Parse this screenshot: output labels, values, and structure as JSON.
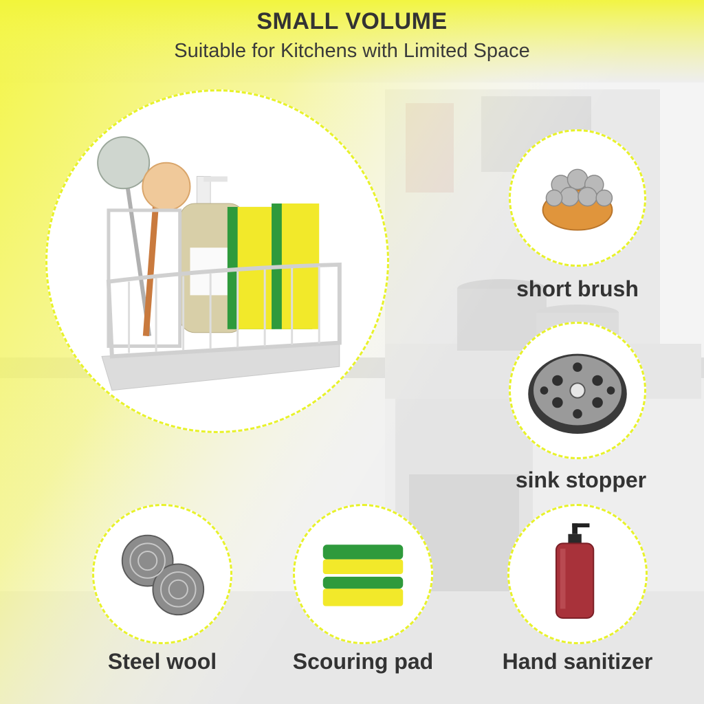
{
  "header": {
    "title": "SMALL VOLUME",
    "subtitle": "Suitable for Kitchens with Limited Space"
  },
  "items": {
    "short_brush": "short brush",
    "sink_stopper": "sink stopper",
    "steel_wool": "Steel wool",
    "scouring_pad": "Scouring pad",
    "hand_sanitizer": "Hand sanitizer"
  },
  "colors": {
    "accent_yellow": "#eef22a",
    "sponge_green": "#2e9a3c",
    "sponge_yellow": "#f2e92a",
    "text": "#333333"
  }
}
